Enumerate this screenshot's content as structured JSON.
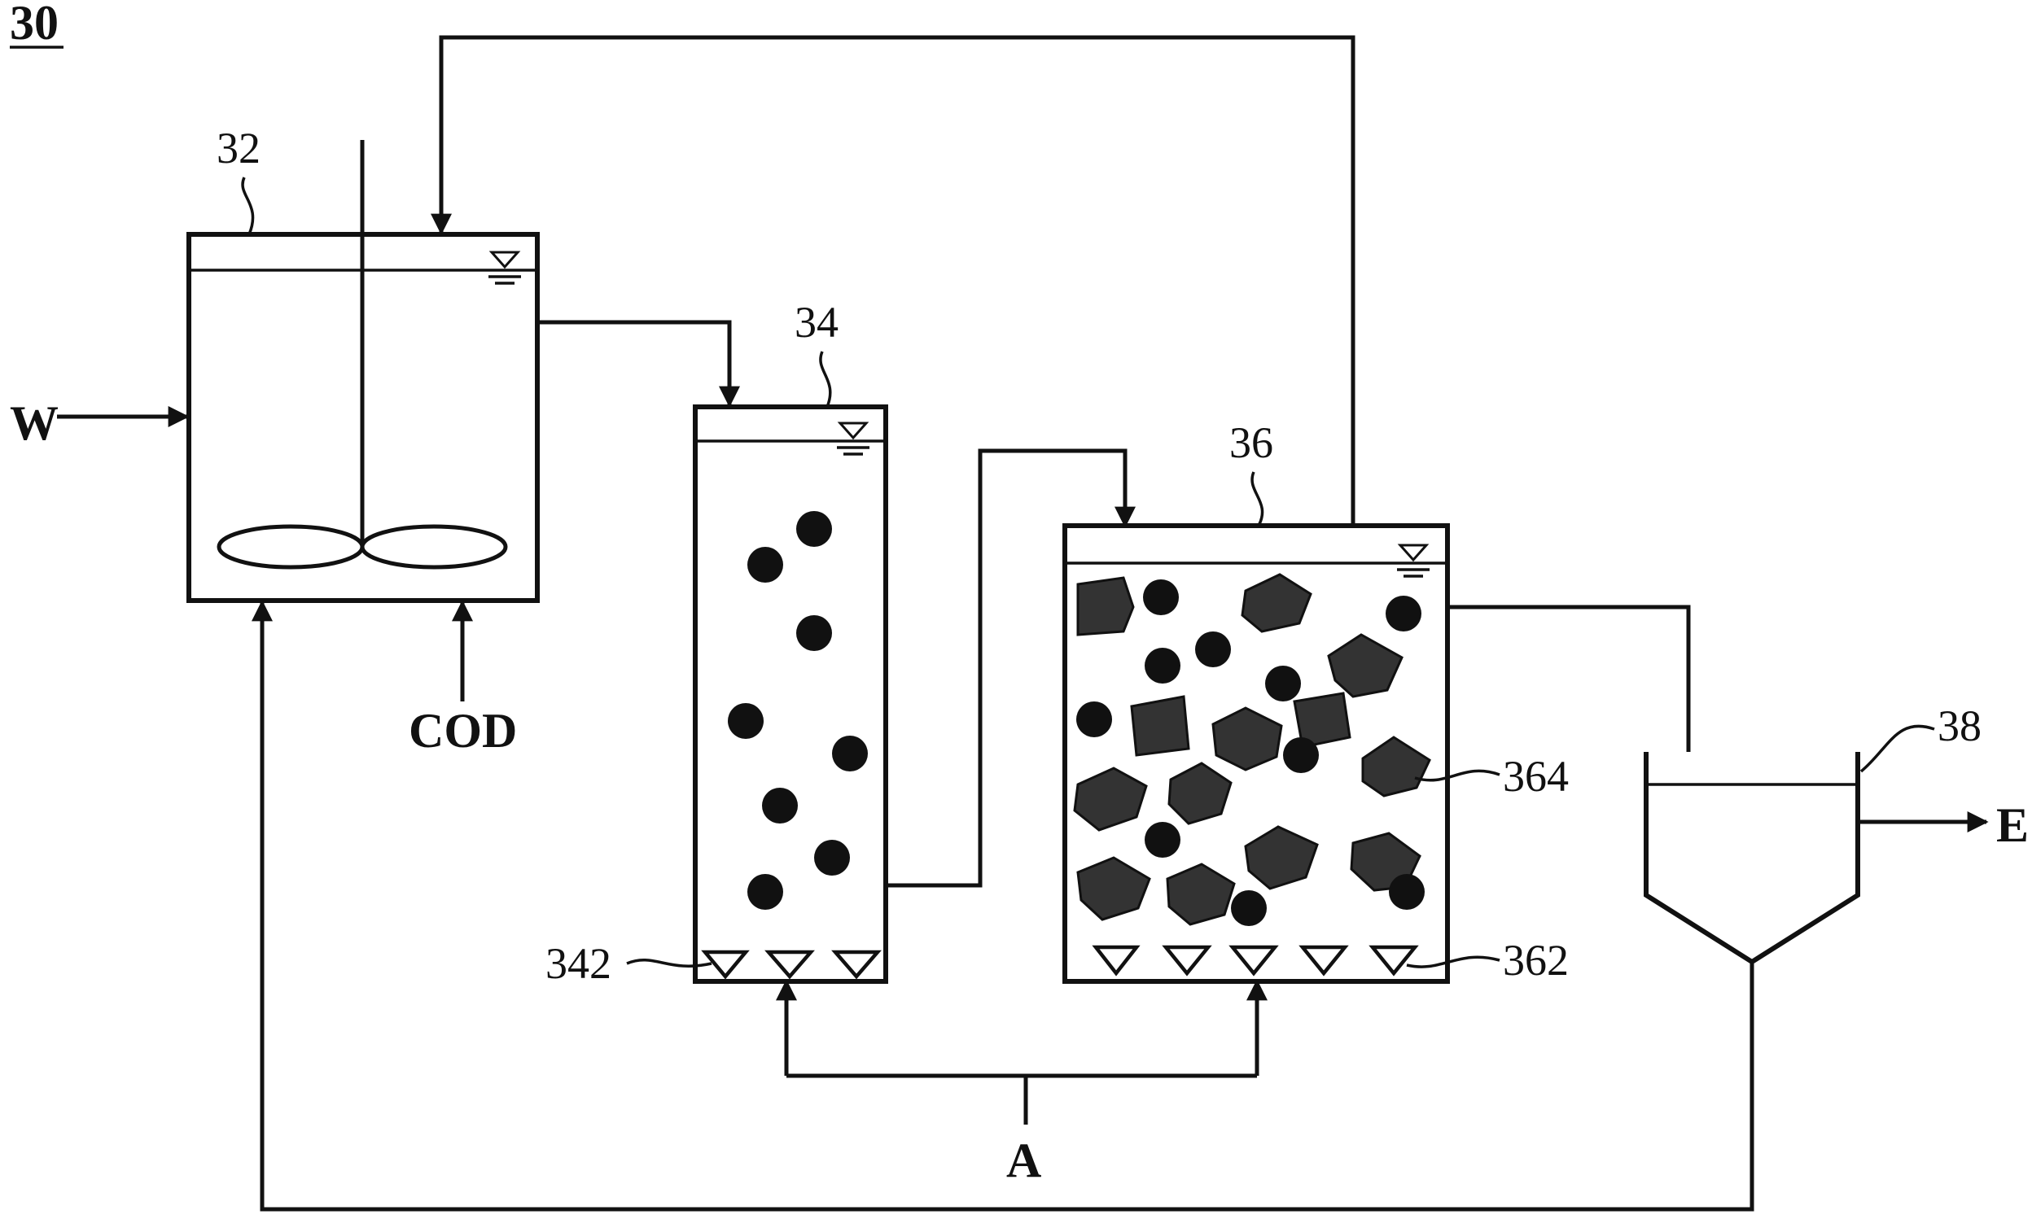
{
  "figure": {
    "number": "30",
    "tanks": {
      "mixing_tank": "32",
      "first_bioreactor": "34",
      "first_bioreactor_diffuser": "342",
      "second_bioreactor": "36",
      "second_bioreactor_diffuser": "362",
      "second_bioreactor_carrier": "364",
      "settling_tank": "38"
    },
    "streams": {
      "wastewater_in": "W",
      "cod_addition": "COD",
      "air_supply": "A",
      "effluent_out": "E"
    }
  },
  "colors": {
    "line": "#111111",
    "background": "#ffffff"
  }
}
